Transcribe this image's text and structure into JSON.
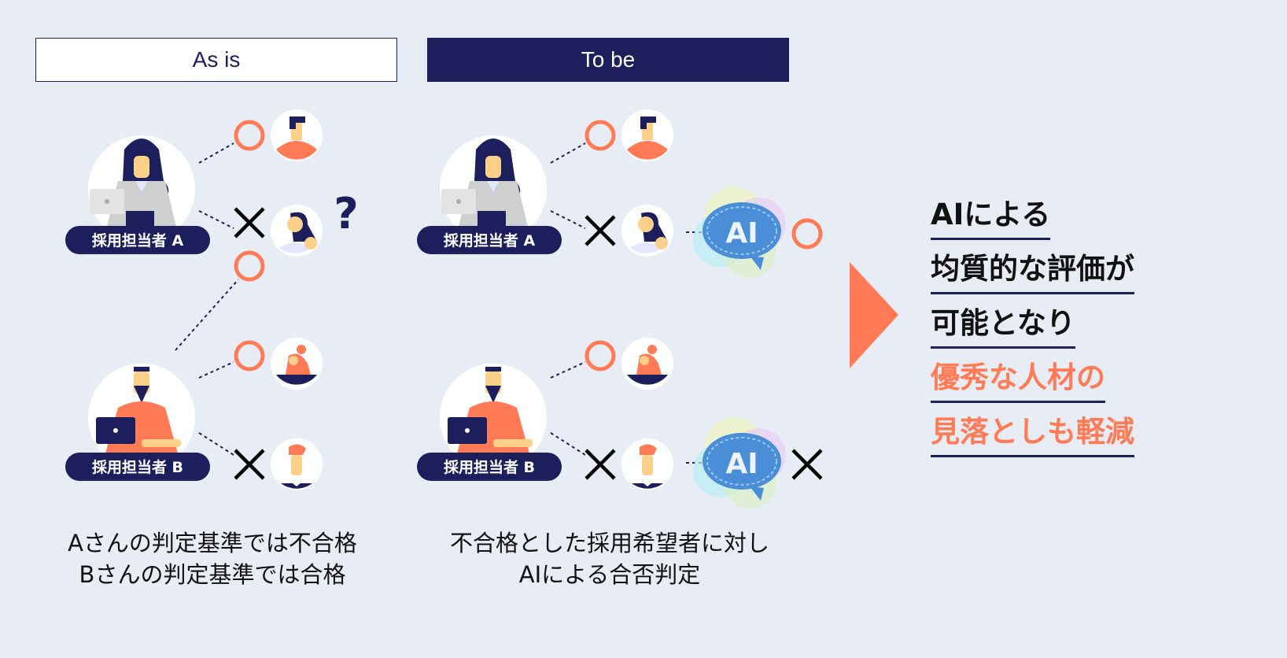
{
  "headers": {
    "as_is": "As is",
    "to_be": "To be"
  },
  "recruiters": {
    "a": "採用担当者 A",
    "b": "採用担当者 B"
  },
  "marks": {
    "question": "?",
    "ai": "AI"
  },
  "captions": {
    "as_is": [
      "Aさんの判定基準では不合格",
      "Bさんの判定基準では合格"
    ],
    "to_be": [
      "不合格とした採用希望者に対し",
      "AIによる合否判定"
    ]
  },
  "conclusion": [
    {
      "text": "AIによる",
      "color": "#111111"
    },
    {
      "text": "均質的な評価が",
      "color": "#111111"
    },
    {
      "text": "可能となり",
      "color": "#111111"
    },
    {
      "text": "優秀な人材の",
      "color": "#ff7a55"
    },
    {
      "text": "見落としも軽減",
      "color": "#ff7a55"
    }
  ],
  "colors": {
    "navy": "#1c1f5c",
    "orange": "#ff7a55",
    "background": "#e8edf5"
  }
}
